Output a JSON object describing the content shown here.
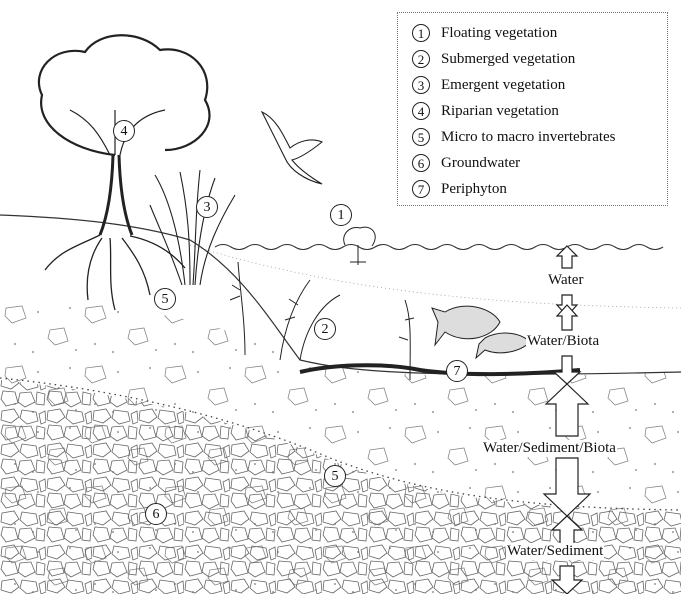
{
  "legend": {
    "items": [
      {
        "num": "1",
        "label": "Floating vegetation"
      },
      {
        "num": "2",
        "label": "Submerged vegetation"
      },
      {
        "num": "3",
        "label": "Emergent vegetation"
      },
      {
        "num": "4",
        "label": "Riparian vegetation"
      },
      {
        "num": "5",
        "label": "Micro to macro invertebrates"
      },
      {
        "num": "6",
        "label": "Groundwater"
      },
      {
        "num": "7",
        "label": "Periphyton"
      }
    ]
  },
  "markers": {
    "riparian": "4",
    "emergent": "3",
    "floating": "1",
    "submerged": "2",
    "invert_upper": "5",
    "invert_lower": "5",
    "groundwater": "6",
    "periphyton": "7"
  },
  "zones": {
    "water": "Water",
    "water_biota": "Water/Biota",
    "water_sediment_biota": "Water/Sediment/Biota",
    "water_sediment": "Water/Sediment"
  }
}
